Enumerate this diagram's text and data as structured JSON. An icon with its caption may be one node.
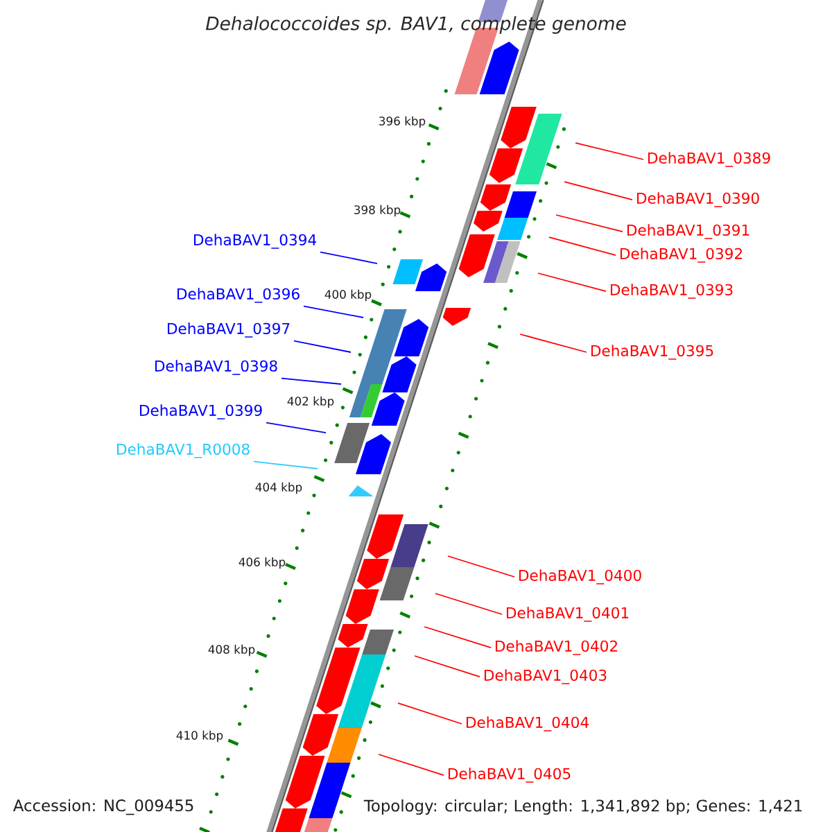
{
  "diagram": {
    "title": "Dehalococcoides sp. BAV1, complete genome",
    "nodes": [
      {
        "text": [
          "DehaBAV1_0389"
        ]
      },
      {
        "text": [
          "DehaBAV1_0390"
        ]
      },
      {
        "text": [
          "DehaBAV1_0391"
        ]
      },
      {
        "text": [
          "DehaBAV1_0394"
        ]
      },
      {
        "text": [
          "DehaBAV1_0392"
        ]
      },
      {
        "text": [
          "DehaBAV1_0393"
        ]
      },
      {
        "text": [
          "DehaBAV1_0396"
        ]
      },
      {
        "text": [
          "DehaBAV1_0397"
        ]
      },
      {
        "text": [
          "DehaBAV1_0395"
        ]
      },
      {
        "text": [
          "DehaBAV1_0398"
        ]
      },
      {
        "text": [
          "DehaBAV1_0399"
        ]
      },
      {
        "text": [
          "DehaBAV1_R0008"
        ]
      },
      {
        "text": [
          "DehaBAV1_0400"
        ]
      },
      {
        "text": [
          "DehaBAV1_0401"
        ]
      },
      {
        "text": [
          "DehaBAV1_0402"
        ]
      },
      {
        "text": [
          "DehaBAV1_0403"
        ]
      },
      {
        "text": [
          "DehaBAV1_0404"
        ]
      },
      {
        "text": [
          "DehaBAV1_0405"
        ]
      }
    ],
    "edges": [
      {
        "from": 0,
        "to": null,
        "arrow": "none"
      },
      {
        "from": 1,
        "to": null,
        "arrow": "none"
      },
      {
        "from": 2,
        "to": null,
        "arrow": "none"
      },
      {
        "from": 3,
        "to": null,
        "arrow": "none",
        "color": "#0000ff"
      },
      {
        "from": 4,
        "to": null,
        "arrow": "none"
      },
      {
        "from": 5,
        "to": null,
        "arrow": "none"
      },
      {
        "from": 6,
        "to": null,
        "arrow": "none",
        "color": "#0000ff"
      },
      {
        "from": 7,
        "to": null,
        "arrow": "none",
        "color": "#0000ff"
      },
      {
        "from": 8,
        "to": null,
        "arrow": "none"
      },
      {
        "from": 9,
        "to": null,
        "arrow": "none",
        "color": "#0000ff"
      },
      {
        "from": 10,
        "to": null,
        "arrow": "none",
        "color": "#0000ff"
      },
      {
        "from": 11,
        "to": null,
        "arrow": "none",
        "color": "#33ccff"
      },
      {
        "from": 12,
        "to": null,
        "arrow": "none"
      },
      {
        "from": 13,
        "to": null,
        "arrow": "none"
      },
      {
        "from": 14,
        "to": null,
        "arrow": "none"
      },
      {
        "from": 15,
        "to": null,
        "arrow": "none"
      },
      {
        "from": 16,
        "to": null,
        "arrow": "none"
      },
      {
        "from": 17,
        "to": null,
        "arrow": "none"
      }
    ],
    "labels": [
      "396 kbp",
      "398 kbp",
      "400 kbp",
      "402 kbp",
      "404 kbp",
      "406 kbp",
      "408 kbp",
      "410 kbp",
      "Accession: NC_009455",
      "Topology: circular; Length: 1,341,892 bp; Genes: 1,421"
    ]
  }
}
